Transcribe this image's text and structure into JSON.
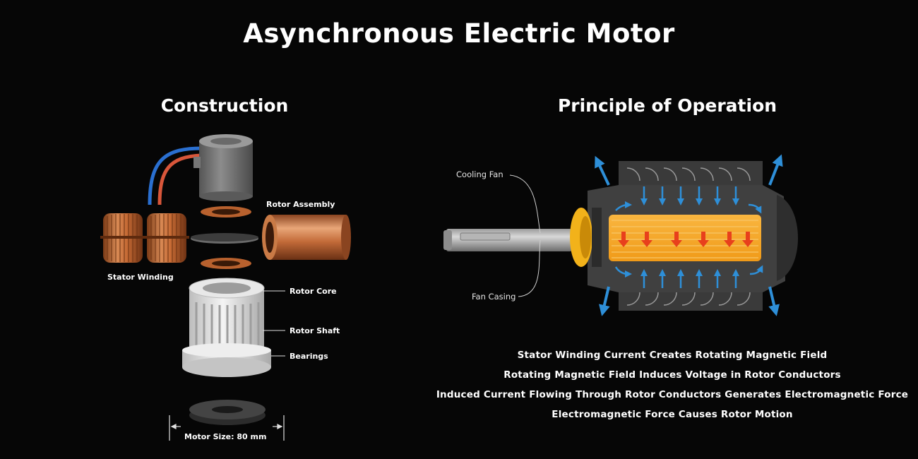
{
  "title": "Asynchronous Electric Motor",
  "construction": {
    "heading": "Construction",
    "labels": {
      "rotor_assembly": "Rotor Assembly",
      "stator_winding": "Stator Winding",
      "rotor_core": "Rotor Core",
      "rotor_shaft": "Rotor Shaft",
      "bearings": "Bearings",
      "motor_size": "Motor Size: 80 mm"
    }
  },
  "operation": {
    "heading": "Principle of Operation",
    "labels": {
      "cooling_fan": "Cooling Fan",
      "fan_casing": "Fan Casing"
    },
    "steps": [
      "Stator Winding Current Creates Rotating Magnetic Field",
      "Rotating Magnetic Field Induces Voltage in Rotor Conductors",
      "Induced Current Flowing Through Rotor Conductors Generates Electromagnetic Force",
      "Electromagnetic Force Causes Rotor Motion"
    ]
  },
  "colors": {
    "background": "#060606",
    "copper": "#c8703a",
    "rotor_orange": "#f6a623",
    "current_red": "#e8401c",
    "field_blue": "#2e8fd8",
    "fan_yellow": "#f2b21a"
  }
}
